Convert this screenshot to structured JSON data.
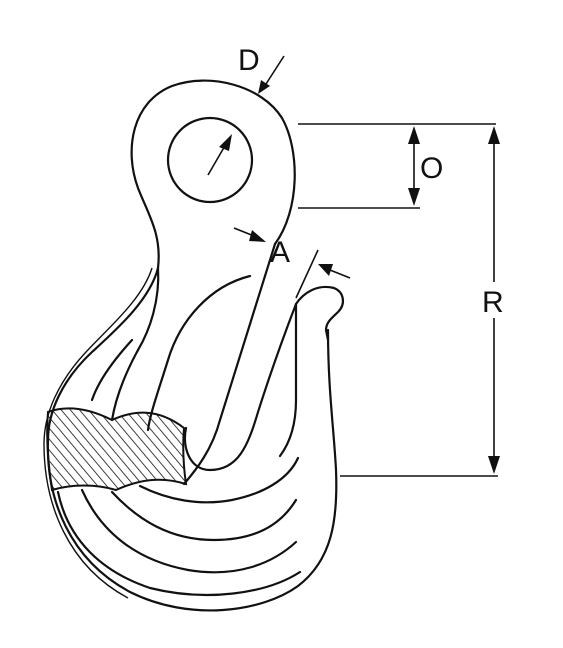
{
  "labels": {
    "d": "D",
    "o": "O",
    "a": "A",
    "r": "R"
  },
  "colors": {
    "ink": "#111111",
    "background": "#ffffff"
  }
}
